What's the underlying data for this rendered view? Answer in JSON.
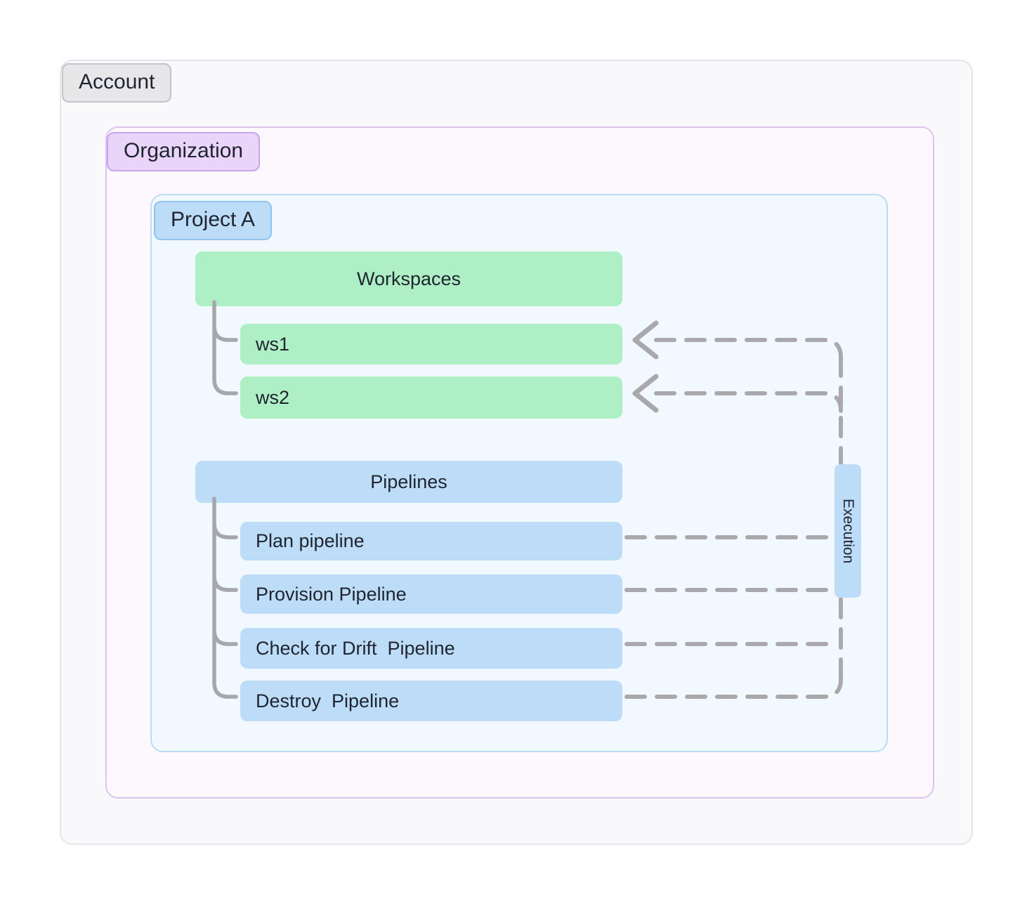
{
  "account": {
    "label": "Account"
  },
  "organization": {
    "label": "Organization"
  },
  "project": {
    "label": "Project A"
  },
  "workspaces": {
    "header": "Workspaces",
    "items": [
      "ws1",
      "ws2"
    ]
  },
  "pipelines": {
    "header": "Pipelines",
    "items": [
      "Plan pipeline",
      "Provision Pipeline",
      "Check for Drift  Pipeline",
      "Destroy  Pipeline"
    ]
  },
  "execution": {
    "label": "Execution"
  },
  "colors": {
    "workspace_green": "#aeefc5",
    "pipeline_blue": "#bddcf8",
    "organization_purple": "#e8d5f9",
    "account_gray": "#e7e7e9",
    "account_bg": "#f9f9fb",
    "organization_bg": "#fcf8fe",
    "project_bg": "#f2f9fe",
    "connector_gray": "#a6a6ad",
    "dash_gray": "#a9a9ad"
  }
}
